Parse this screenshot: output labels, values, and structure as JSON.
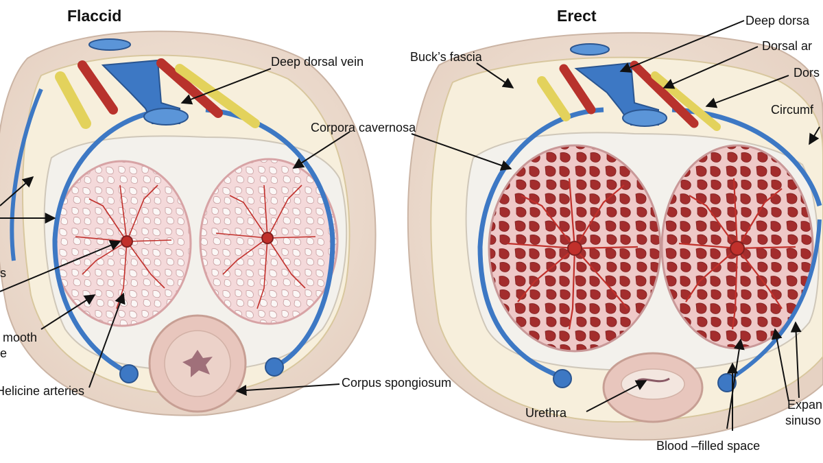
{
  "titles": {
    "left": "Flaccid",
    "right": "Erect"
  },
  "labels_left": {
    "deep_dorsal_vein": "Deep dorsal vein",
    "corpora_cavernosa": "Corpora cavernosa",
    "corpus_spongiosum": "Corpus spongiosum",
    "smooth_muscle_line1": "mooth",
    "smooth_muscle_line2": "e",
    "helicine_arteries": "Helicine arteries",
    "partial_s": "s"
  },
  "labels_right": {
    "deep_dorsal": "Deep dorsa",
    "dorsal_artery": "Dorsal ar",
    "dorsal_nerve": "Dors",
    "bucks_fascia": "Buck’s fascia",
    "circumflex": "Circumf",
    "urethra": "Urethra",
    "blood_filled_space": "Blood –filled space",
    "expanded_line1": "Expan",
    "expanded_line2": "sinuso"
  },
  "colors": {
    "vein": "#3d78c4",
    "artery": "#b8322c",
    "nerve": "#e3d25c",
    "sinus_flaccid": "#f2d6d8",
    "sinus_erect": "#9d2a2a",
    "tissue": "#e9d3c7"
  }
}
